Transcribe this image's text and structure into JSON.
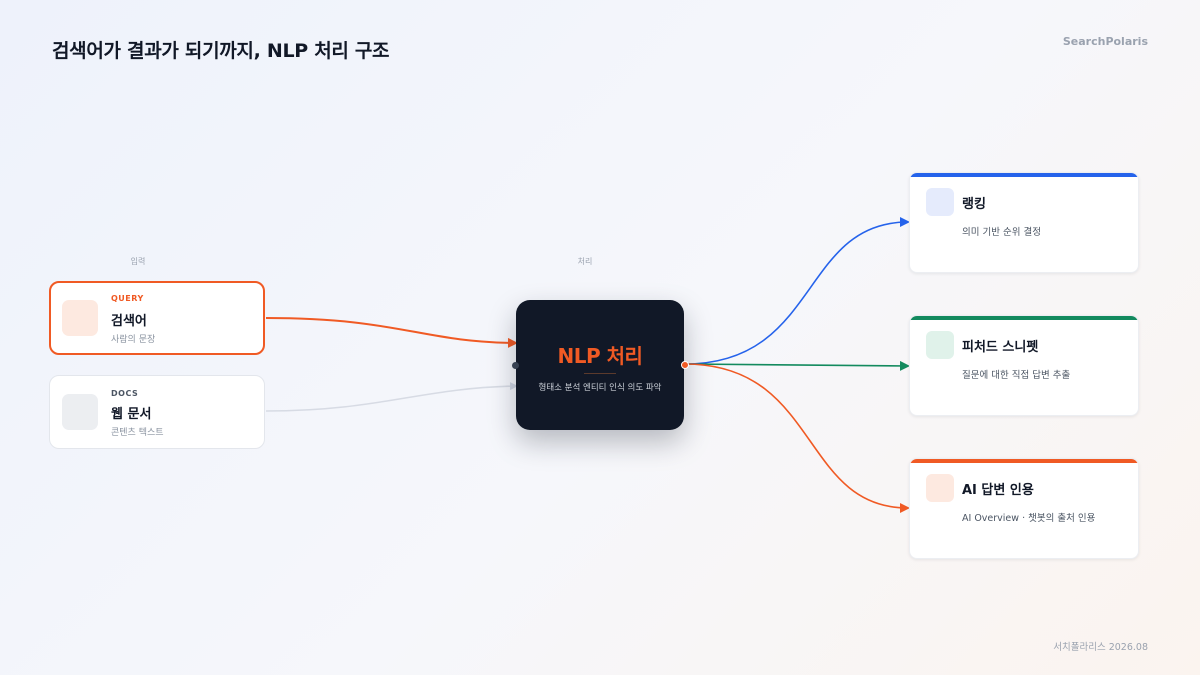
{
  "header": {
    "title": "검색어가 결과가 되기까지, NLP 처리 구조",
    "brand": "SearchPolaris"
  },
  "columns": {
    "input_label": "입력",
    "process_label": "처리"
  },
  "inputs": [
    {
      "tag": "QUERY",
      "name": "검색어",
      "sub": "사람의 문장",
      "accent": "#f05a24"
    },
    {
      "tag": "DOCS",
      "name": "웹 문서",
      "sub": "콘텐츠 텍스트",
      "accent": "#d7dbe4"
    }
  ],
  "core": {
    "title": "NLP 처리",
    "sub": "형태소 분석 엔티티 인식 의도 파악",
    "bg": "#111827",
    "accent": "#f05a24"
  },
  "outputs": [
    {
      "name": "랭킹",
      "sub": "의미 기반 순위 결정",
      "color": "#2563eb",
      "tint": "#e5ebfc"
    },
    {
      "name": "피처드 스니펫",
      "sub": "질문에 대한 직접 답변 추출",
      "color": "#138a5e",
      "tint": "#e0f2ea"
    },
    {
      "name": "AI 답변 인용",
      "sub": "AI Overview · 챗봇의 출처 인용",
      "color": "#f05a24",
      "tint": "#fde9e0"
    }
  ],
  "footer": {
    "text": "서치폴라리스 2026.08"
  }
}
